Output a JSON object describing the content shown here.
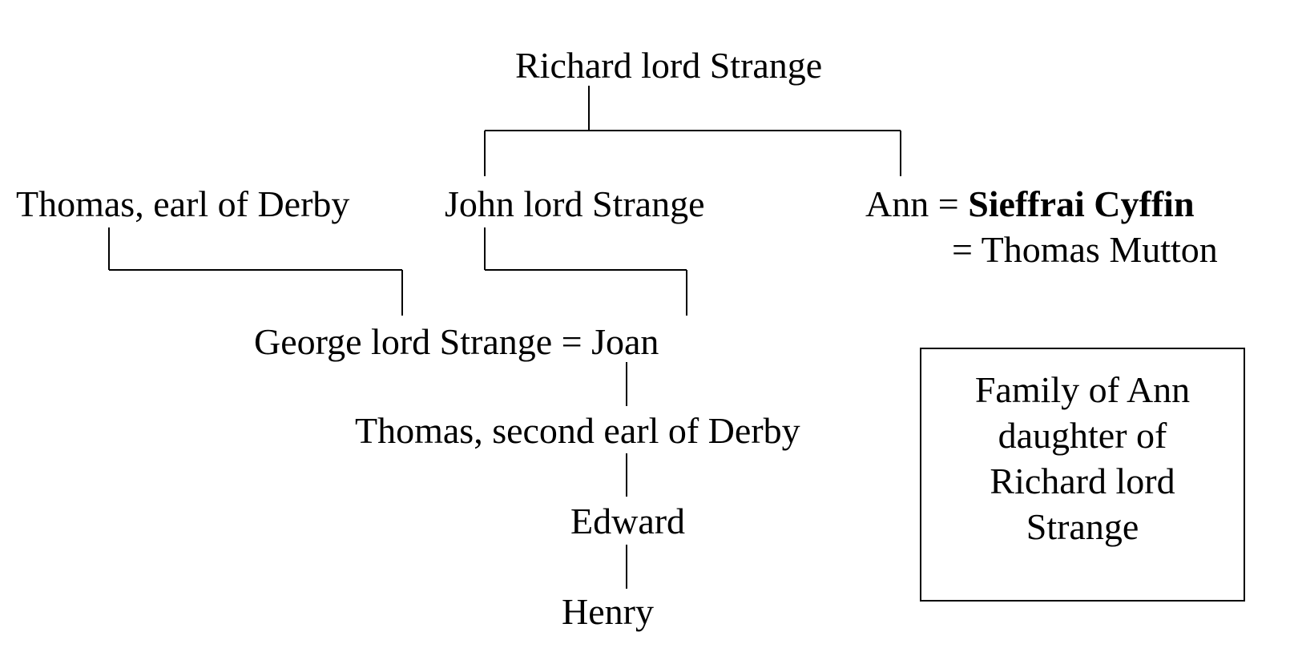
{
  "people": {
    "richard": "Richard lord Strange",
    "thomas_earl": "Thomas, earl of Derby",
    "john": "John lord Strange",
    "ann": "Ann",
    "ann_spouse_1": "Sieffrai Cyffin",
    "ann_spouse_2": "Thomas Mutton",
    "george": "George lord Strange",
    "joan": "Joan",
    "thomas_second": "Thomas, second earl of Derby",
    "edward": "Edward",
    "henry": "Henry"
  },
  "marriage_sign": "=",
  "caption_lines": [
    "Family of Ann",
    "daughter of",
    "Richard lord",
    "Strange"
  ]
}
